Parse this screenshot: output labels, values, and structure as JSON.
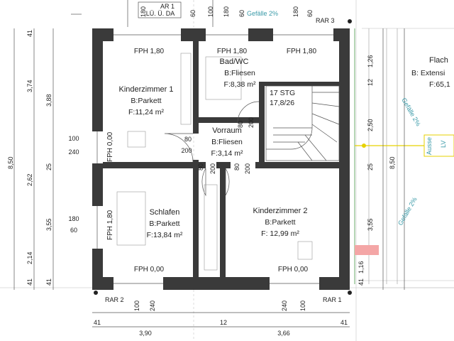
{
  "rooms": {
    "kinder1": {
      "name": "Kinderzimmer 1",
      "floor": "B:Parkett",
      "area": "F:11,24 m²"
    },
    "bad": {
      "name": "Bad/WC",
      "floor": "B:Fliesen",
      "area": "F:8,38 m²"
    },
    "vorraum": {
      "name": "Vorraum",
      "floor": "B:Fliesen",
      "area": "F:3,14 m²"
    },
    "schlafen": {
      "name": "Schlafen",
      "floor": "B:Parkett",
      "area": "F:13,84 m²"
    },
    "kinder2": {
      "name": "Kinderzimmer 2",
      "floor": "B:Parkett",
      "area": "F: 12,99 m²"
    },
    "flach": {
      "name": "Flach",
      "floor": "B: Extensi",
      "area": "F:65,1"
    }
  },
  "stairs": {
    "steps": "17 STG",
    "ratio": "17,8/26"
  },
  "fph": {
    "kinder1_top": "FPH 1,80",
    "bad_top_left": "FPH 1,80",
    "bad_top_right": "FPH 1,80",
    "kinder1_side": "FPH 0,00",
    "schlafen_side": "FPH 1,80",
    "schlafen_bottom": "FPH 0,00",
    "kinder2_bottom": "FPH 0,00"
  },
  "labels": {
    "ar": "AR 1",
    "ar_sub": "LÜ. Ü. DA",
    "gefaelle_top": "Gefälle 2%",
    "gefaelle_right1": "Gefälle 2%",
    "gefaelle_right2": "Gefälle 2%",
    "ausse": "Ausse",
    "ausse_sub": "LV",
    "rar1": "RAR 1",
    "rar2": "RAR 2",
    "rar3": "RAR 3"
  },
  "dims": {
    "top": [
      "180",
      "60",
      "100",
      "180",
      "60",
      "180",
      "60"
    ],
    "left_outer": [
      "8,50"
    ],
    "left_mid": [
      "41",
      "3,74",
      "2,62",
      "2,14",
      "41"
    ],
    "left_inner": [
      "3,88",
      "25",
      "3,55",
      "41"
    ],
    "left_win": [
      "100",
      "240",
      "180",
      "60"
    ],
    "bottom_win": [
      "100",
      "240",
      "240",
      "100"
    ],
    "bottom": [
      "41",
      "3,90",
      "12",
      "3,66",
      "41"
    ],
    "door": [
      "80",
      "200",
      "80",
      "200",
      "80",
      "200",
      "80",
      "200"
    ],
    "right_inner": [
      "1,26",
      "12",
      "2,50",
      "25",
      "3,55",
      "1,16",
      "41"
    ],
    "right_outer": [
      "8,50"
    ]
  }
}
